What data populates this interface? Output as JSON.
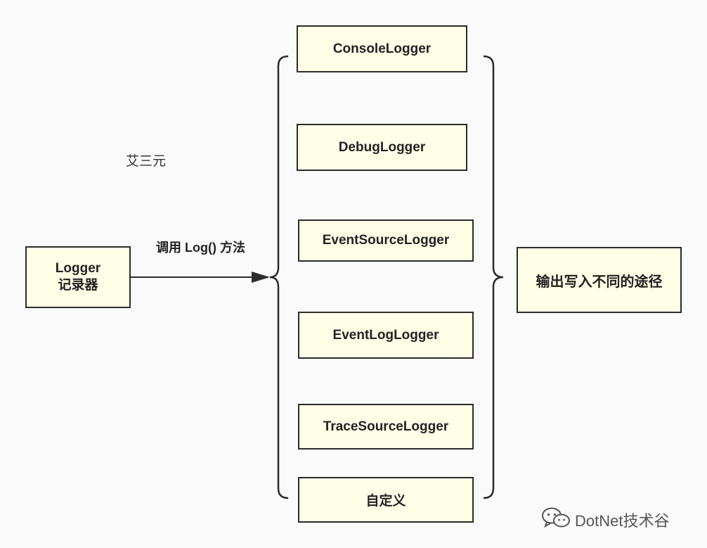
{
  "author_note": "艾三元",
  "source": {
    "line1": "Logger",
    "line2": "记录器"
  },
  "edge_label": "调用 Log() 方法",
  "providers": [
    "ConsoleLogger",
    "DebugLogger",
    "EventSourceLogger",
    "EventLogLogger",
    "TraceSourceLogger",
    "自定义"
  ],
  "target": "输出写入不同的途径",
  "watermark": {
    "text": "DotNet技术谷",
    "icon": "wechat-icon"
  },
  "colors": {
    "box_fill": "#ffffe8",
    "stroke": "#2b2b2b"
  }
}
